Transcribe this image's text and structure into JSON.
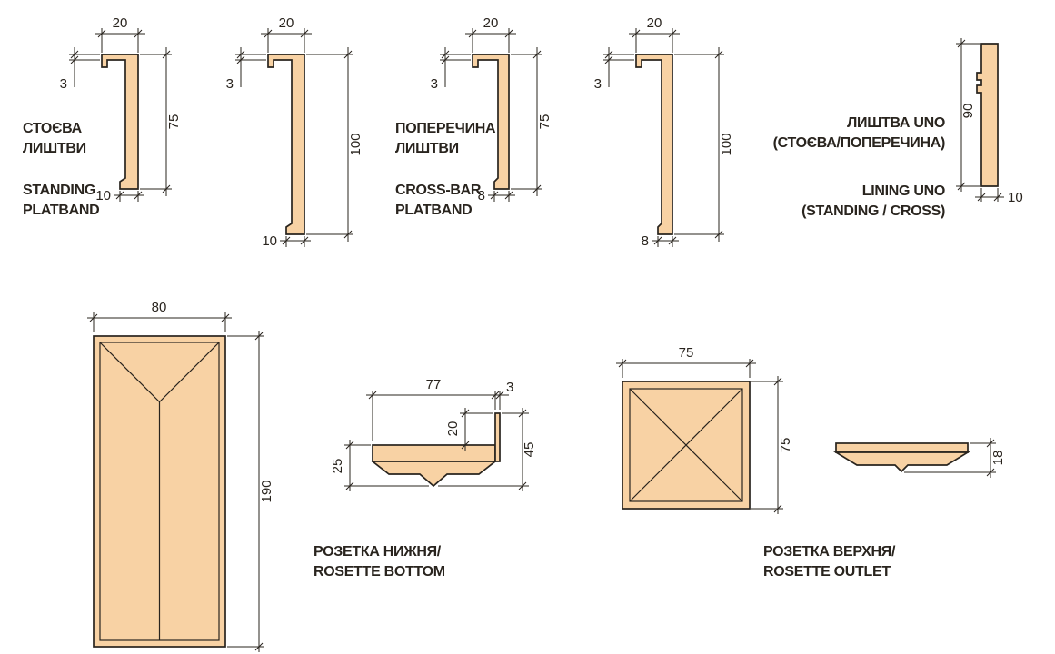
{
  "colors": {
    "wood": "#f8d2a4",
    "line": "#29241e"
  },
  "profiles": {
    "standing75": {
      "label_uk": [
        "СТОЄВА",
        "ЛИШТВИ"
      ],
      "label_en": [
        "STANDING",
        "PLATBAND"
      ],
      "dim_top_width": "20",
      "dim_thickness": "3",
      "dim_height": "75",
      "dim_bottom_width": "10"
    },
    "standing100": {
      "dim_top_width": "20",
      "dim_thickness": "3",
      "dim_height": "100",
      "dim_bottom_width": "10"
    },
    "crossbar75": {
      "label_uk": [
        "ПОПЕРЕЧИНА",
        "ЛИШТВИ"
      ],
      "label_en": [
        "CROSS-BAR",
        "PLATBAND"
      ],
      "dim_top_width": "20",
      "dim_thickness": "3",
      "dim_height": "75",
      "dim_bottom_width": "8"
    },
    "crossbar100": {
      "dim_top_width": "20",
      "dim_thickness": "3",
      "dim_height": "100",
      "dim_bottom_width": "8"
    },
    "lining_uno": {
      "label_uk": [
        "ЛИШТВА UNO",
        "(СТОЄВА/ПОПЕРЕЧИНА)"
      ],
      "label_en": [
        "LINING UNO",
        "(STANDING / CROSS)"
      ],
      "dim_height": "90",
      "dim_width": "10"
    }
  },
  "door_leaf": {
    "dim_width": "80",
    "dim_height": "190"
  },
  "rosette_bottom": {
    "label": [
      "РОЗЕТКА НИЖНЯ/",
      "ROSETTE BOTTOM"
    ],
    "dim_width": "77",
    "dim_lip_thickness": "3",
    "dim_lip_rise": "20",
    "dim_total_height": "45",
    "dim_base_height": "25"
  },
  "rosette_top": {
    "label": [
      "РОЗЕТКА ВЕРХНЯ/",
      "ROSETTE OUTLET"
    ],
    "dim_width": "75",
    "dim_height": "75",
    "dim_profile_height": "18"
  }
}
